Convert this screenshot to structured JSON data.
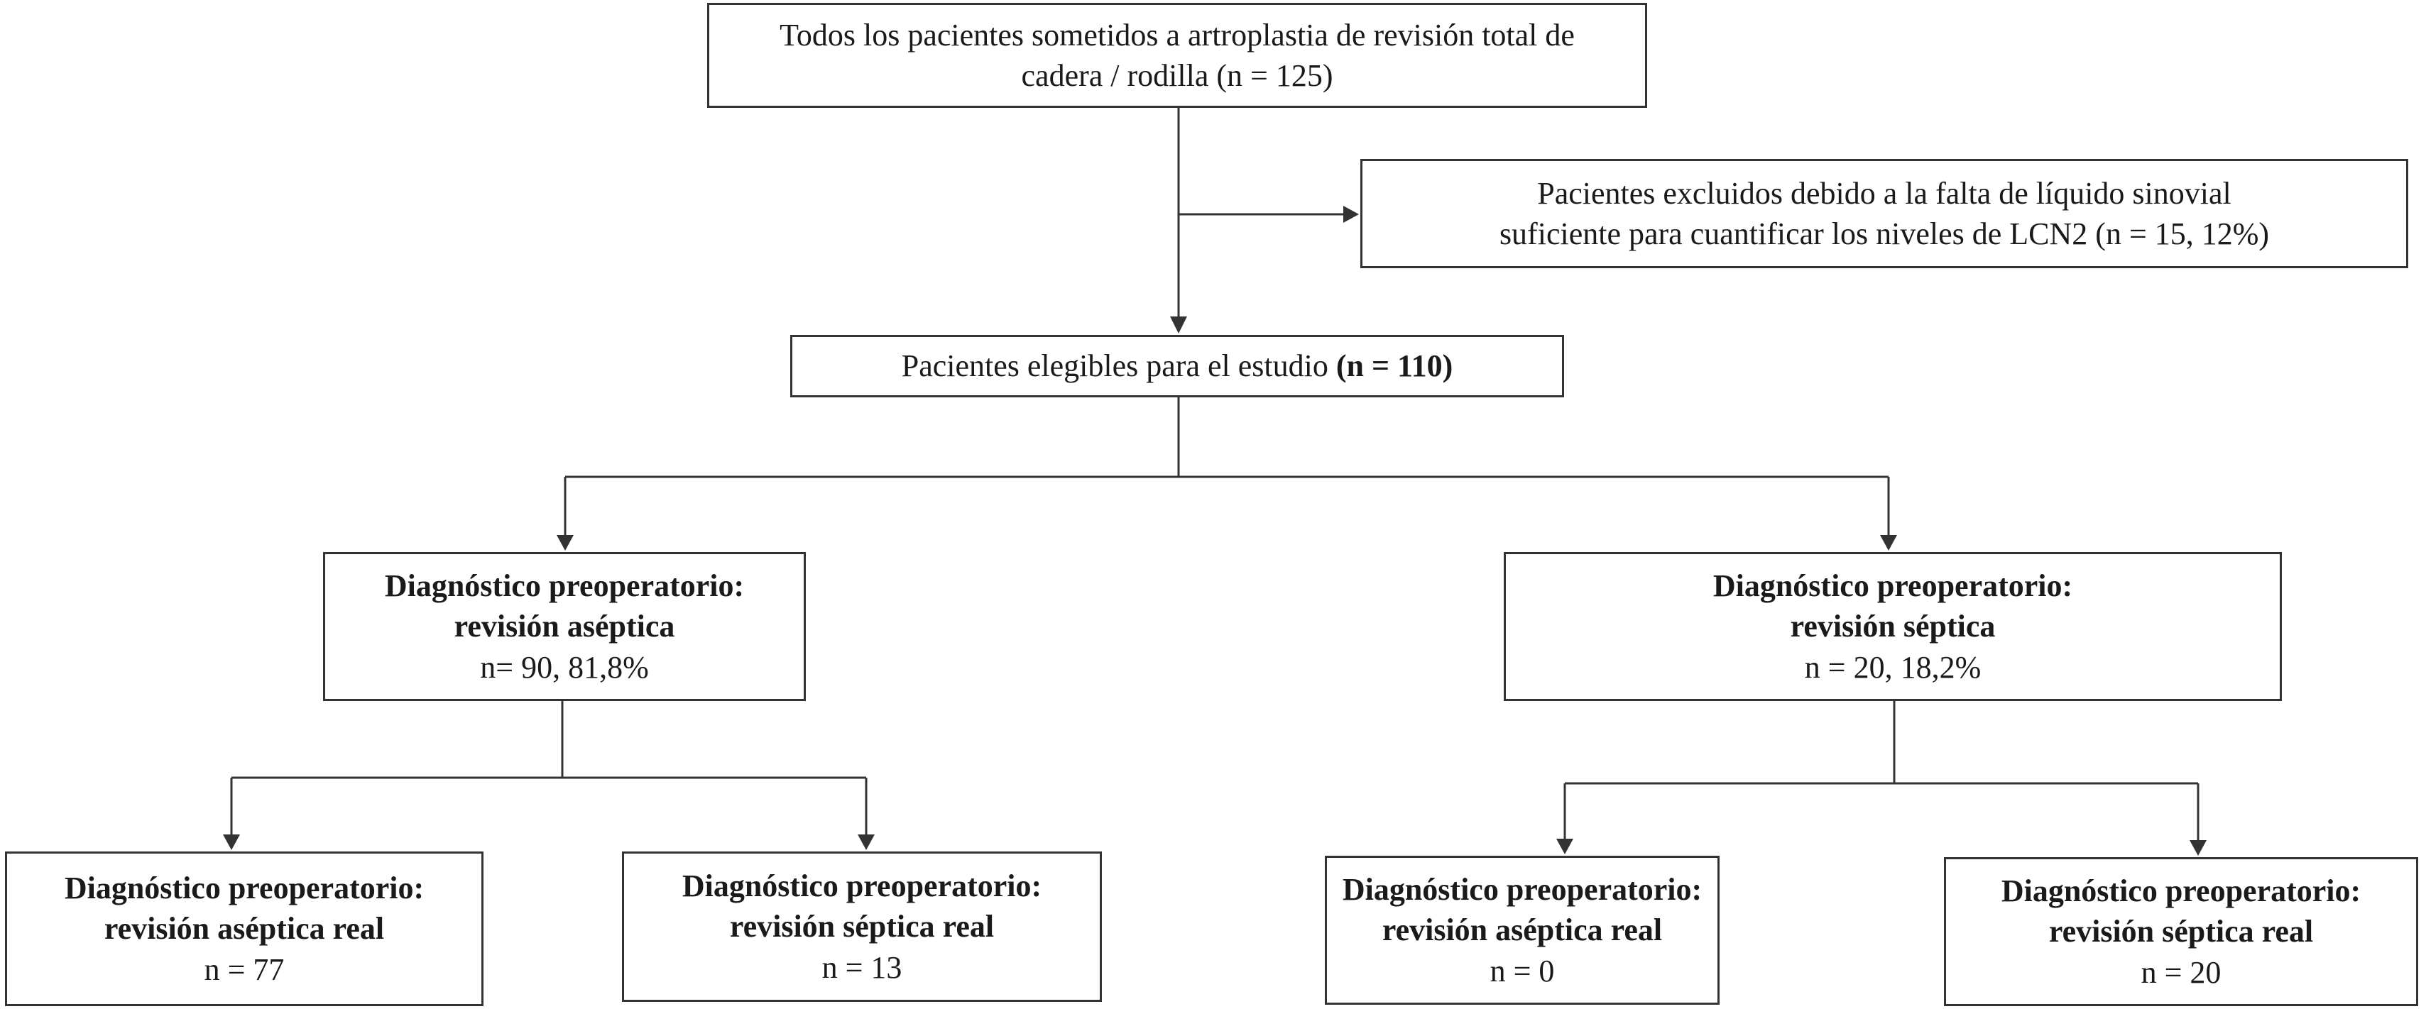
{
  "nodes": {
    "all_patients": {
      "line1": "Todos los pacientes sometidos a artroplastia de revisión total de",
      "line2": "cadera / rodilla (n = 125)"
    },
    "excluded": {
      "line1": "Pacientes excluidos debido a la falta de líquido sinovial",
      "line2": "suficiente para cuantificar los niveles de LCN2 (n = 15, 12%)"
    },
    "eligible": {
      "text": "Pacientes elegibles para el estudio ",
      "count": "(n = 110)"
    },
    "aseptic": {
      "line1": "Diagnóstico preoperatorio:",
      "line2": "revisión aséptica",
      "count": "n= 90, 81,8%"
    },
    "septic": {
      "line1": "Diagnóstico preoperatorio:",
      "line2": "revisión séptica",
      "count": "n = 20, 18,2%"
    },
    "aseptic_real_from_aseptic": {
      "line1": "Diagnóstico preoperatorio:",
      "line2": "revisión aséptica real",
      "count": "n = 77"
    },
    "septic_real_from_aseptic": {
      "line1": "Diagnóstico preoperatorio:",
      "line2": "revisión séptica real",
      "count": "n = 13"
    },
    "aseptic_real_from_septic": {
      "line1": "Diagnóstico preoperatorio:",
      "line2": "revisión aséptica real",
      "count": "n = 0"
    },
    "septic_real_from_septic": {
      "line1": "Diagnóstico preoperatorio:",
      "line2": "revisión séptica real",
      "count": "n = 20"
    }
  },
  "colors": {
    "line": "#333333",
    "text": "#1a1a1a",
    "background": "#ffffff"
  }
}
